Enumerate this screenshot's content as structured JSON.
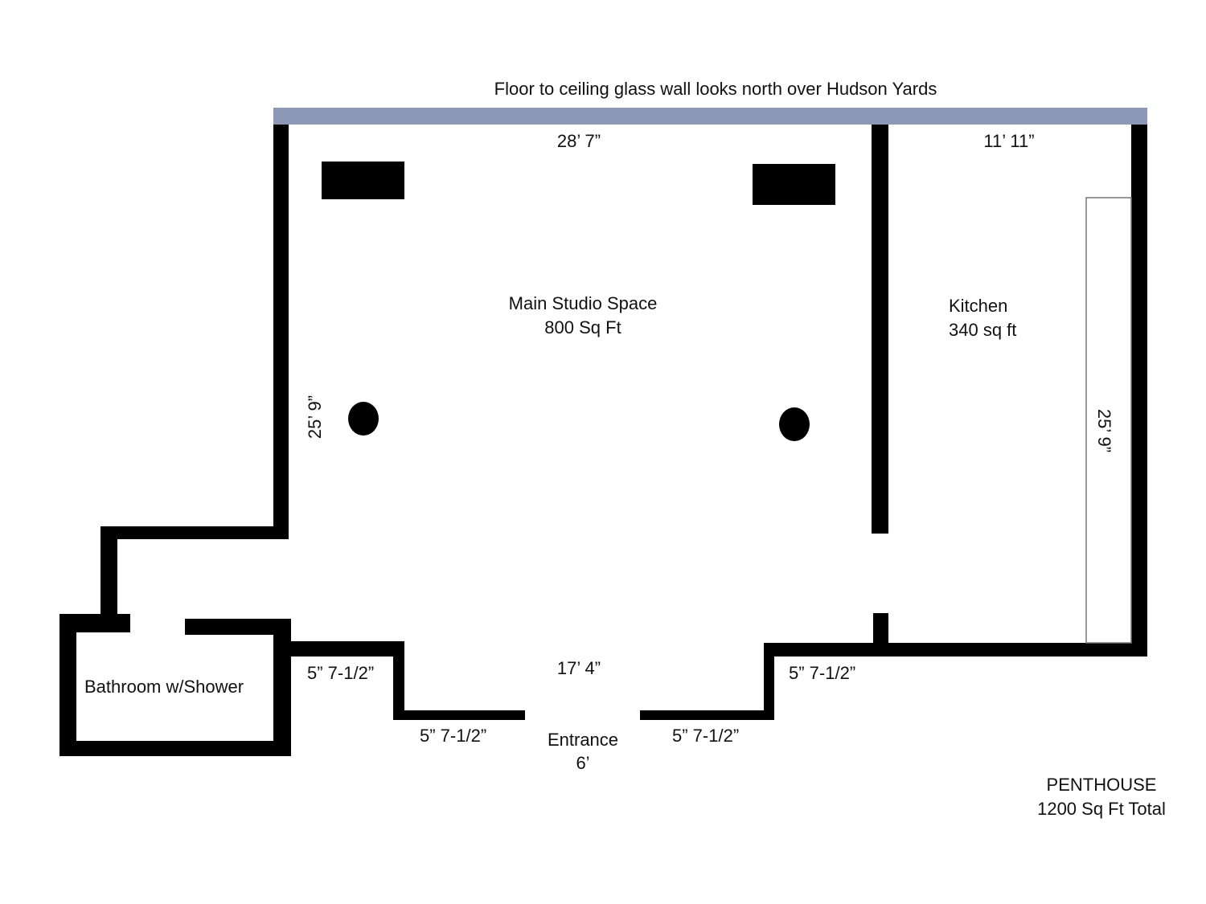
{
  "title": "Floor to ceiling glass wall looks north over Hudson Yards",
  "colors": {
    "wall": "#000000",
    "glass": "#8c98b6",
    "background": "#ffffff",
    "counter_stroke": "#777777"
  },
  "dimensions": {
    "main_width": "28’ 7”",
    "kitchen_width": "11’ 11”",
    "main_height": "25’ 9”",
    "kitchen_height": "25’ 9”",
    "entrance_width": "17’ 4”",
    "step_left_upper": "5” 7-1/2”",
    "step_left_lower": "5” 7-1/2”",
    "step_right_lower": "5” 7-1/2”",
    "step_right_upper": "5” 7-1/2”"
  },
  "rooms": {
    "main_name": "Main Studio Space",
    "main_area": "800 Sq Ft",
    "kitchen_name": "Kitchen",
    "kitchen_area": "340 sq ft",
    "bathroom_name": "Bathroom w/Shower",
    "entrance_name": "Entrance",
    "entrance_size": "6’"
  },
  "summary": {
    "name": "PENTHOUSE",
    "total": "1200 Sq Ft Total"
  }
}
